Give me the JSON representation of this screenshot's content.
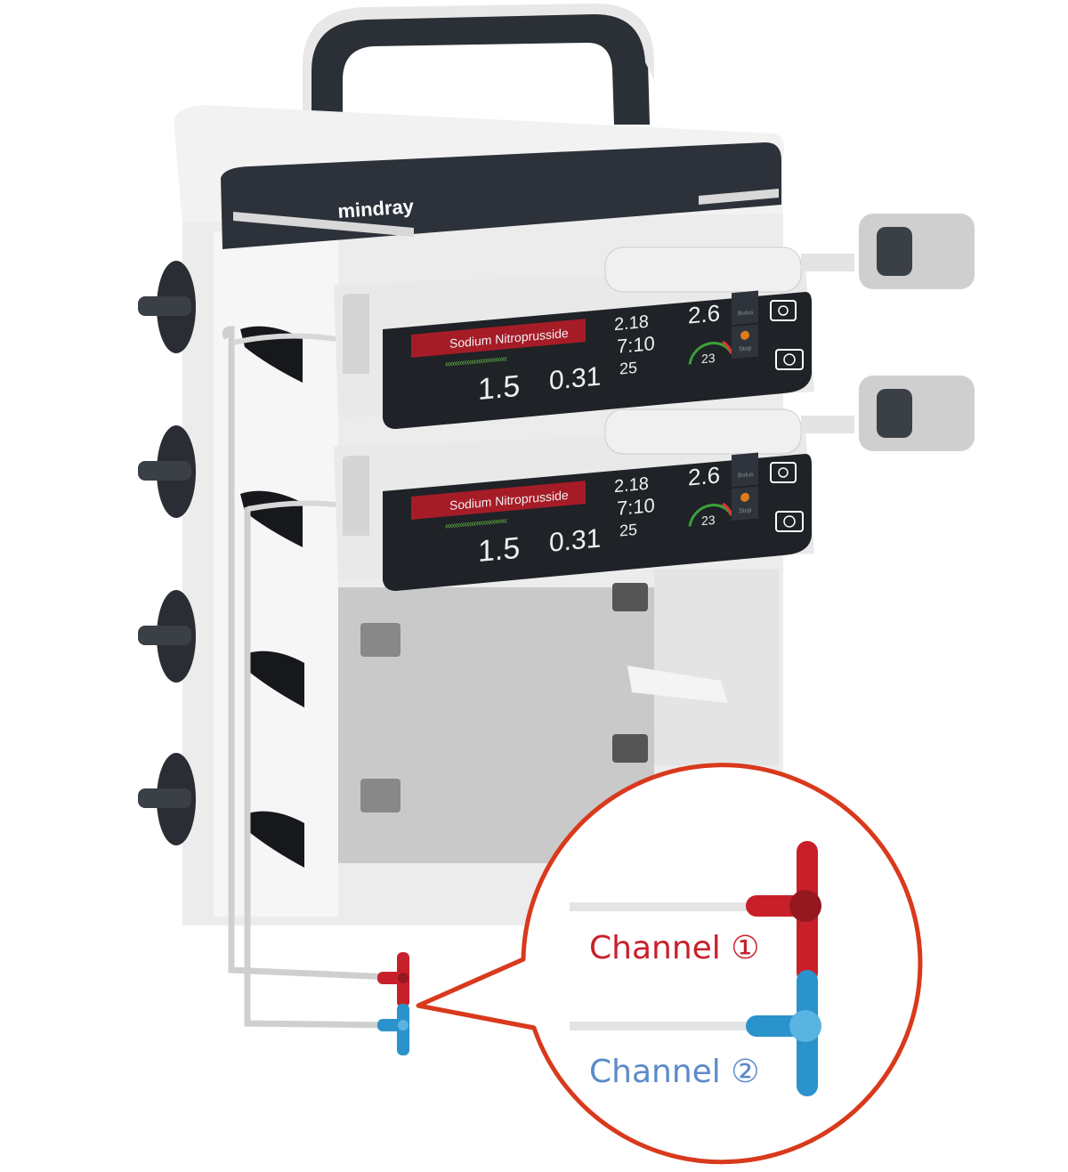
{
  "brand": "mindray",
  "pumps": [
    {
      "drug": "Sodium Nitroprusside",
      "dose_rate": "1.5",
      "rate": "0.31",
      "vtbi": "2.18",
      "time": "7:10",
      "conc": "25",
      "volume": "2.6",
      "pressure": "23",
      "bolus_label": "Bolus",
      "stop_label": "Stop"
    },
    {
      "drug": "Sodium Nitroprusside",
      "dose_rate": "1.5",
      "rate": "0.31",
      "vtbi": "2.18",
      "time": "7:10",
      "conc": "25",
      "volume": "2.6",
      "pressure": "23",
      "bolus_label": "Bolus",
      "stop_label": "Stop"
    }
  ],
  "callout": {
    "channel1": "Channel ①",
    "channel2": "Channel ②"
  },
  "colors": {
    "callout_ring": "#d9391c",
    "channel1": "#c8202a",
    "channel2": "#5b8bc9",
    "tube_red": "#c8202a",
    "tube_blue": "#2b93cc"
  }
}
